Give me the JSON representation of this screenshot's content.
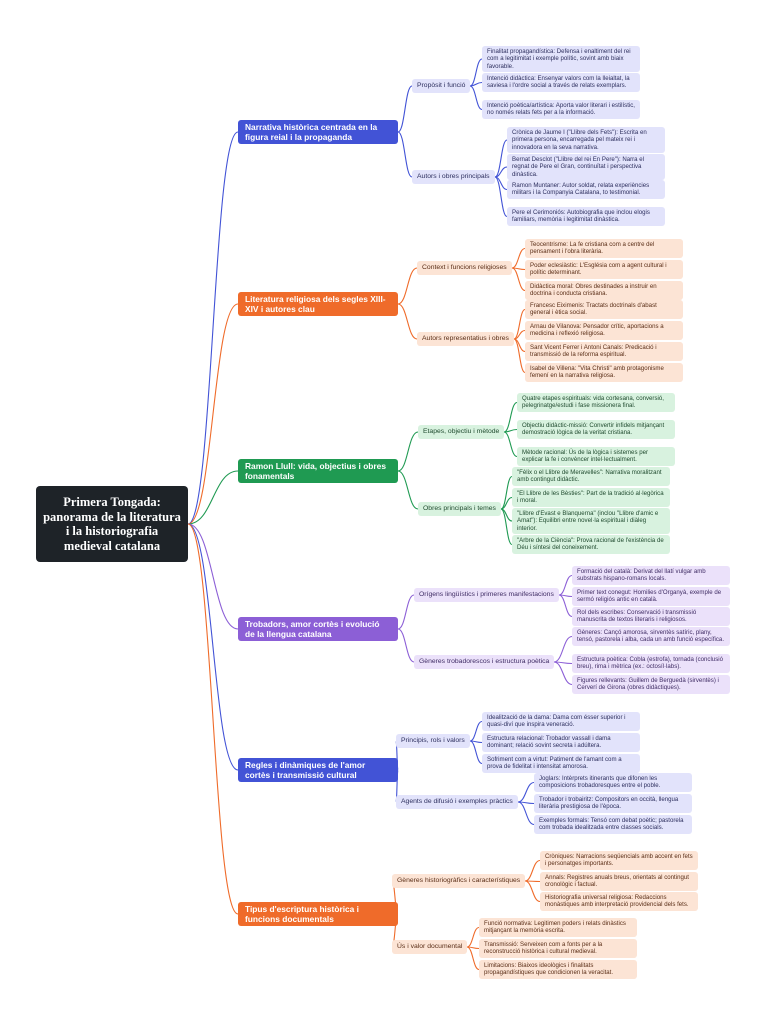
{
  "root": {
    "title": "Primera Tongada: panorama de la literatura i la historiografia medieval catalana"
  },
  "branches": [
    {
      "title": "Narrativa històrica centrada en la figura reial i la propaganda",
      "color": "#4253d6",
      "subs": [
        {
          "label": "Propòsit i funció",
          "leaves": [
            "Finalitat propagandística: Defensa i enaltiment del rei com a legitimitat i exemple polític, sovint amb biaix favorable.",
            "Intenció didàctica: Ensenyar valors com la lleialtat, la saviesa i l'ordre social a través de relats exemplars.",
            "Intenció poètica/artística: Aporta valor literari i estilístic, no només relats fets per a la informació."
          ]
        },
        {
          "label": "Autors i obres principals",
          "leaves": [
            "Crònica de Jaume I (\"Llibre dels Fets\"): Escrita en primera persona, encarregada pel mateix rei i innovadora en la seva narrativa.",
            "Bernat Desclot (\"Llibre del rei En Pere\"): Narra el regnat de Pere el Gran, continuïtat i perspectiva dinàstica.",
            "Ramon Muntaner: Autor soldat, relata experiències militars i la Companyia Catalana, to testimonial.",
            "Pere el Cerimoniós: Autobiografia que inclou elogis familiars, memòria i legitimitat dinàstica."
          ]
        }
      ]
    },
    {
      "title": "Literatura religiosa dels segles XIII-XIV i autores clau",
      "color": "#ef6b2a",
      "subs": [
        {
          "label": "Context i funcions religioses",
          "leaves": [
            "Teocentrisme: La fe cristiana com a centre del pensament i l'obra literària.",
            "Poder eclesiàstic: L'Església com a agent cultural i polític determinant.",
            "Didàctica moral: Obres destinades a instruir en doctrina i conducta cristiana."
          ]
        },
        {
          "label": "Autors representatius i obres",
          "leaves": [
            "Francesc Eiximenis: Tractats doctrinals d'abast general i ètica social.",
            "Arnau de Vilanova: Pensador crític, aportacions a medicina i reflexió religiosa.",
            "Sant Vicent Ferrer i Antoni Canals: Predicació i transmissió de la reforma espiritual.",
            "Isabel de Villena: \"Vita Christi\" amb protagonisme femení en la narrativa religiosa."
          ]
        }
      ]
    },
    {
      "title": "Ramon Llull: vida, objectius i obres fonamentals",
      "color": "#1f9a52",
      "subs": [
        {
          "label": "Etapes, objectiu i mètode",
          "leaves": [
            "Quatre etapes espirituals: vida cortesana, conversió, pelegrinatge/estudi i fase missionera final.",
            "Objectiu didàctic-missió: Convertir infidels mitjançant demostració lògica de la veritat cristiana.",
            "Mètode racional: Ús de la lògica i sistemes per explicar la fe i convèncer intel·lectualment."
          ]
        },
        {
          "label": "Obres principals i temes",
          "leaves": [
            "\"Fèlix o el Llibre de Meravelles\": Narrativa moralitzant amb contingut didàctic.",
            "\"El Llibre de les Bèsties\": Part de la tradició al·legòrica i moral.",
            "\"Llibre d'Evast e Blanquerna\" (inclou \"Llibre d'amic e Amat\"): Equilibri entre novel·la espiritual i diàleg interior.",
            "\"Arbre de la Ciència\": Prova racional de l'existència de Déu i síntesi del coneixement."
          ]
        }
      ]
    },
    {
      "title": "Trobadors, amor cortès i evolució de la llengua catalana",
      "color": "#8c5fd6",
      "subs": [
        {
          "label": "Orígens lingüístics i primeres manifestacions",
          "leaves": [
            "Formació del català: Derivat del llatí vulgar amb substrats hispano-romans locals.",
            "Primer text conegut: Homilies d'Organyà, exemple de sermó religiós antic en català.",
            "Rol dels escribes: Conservació i transmissió manuscrita de textos literaris i religiosos."
          ]
        },
        {
          "label": "Gèneres trobadorescos i estructura poètica",
          "leaves": [
            "Gèneres: Cançó amorosa, sirventès satíric, plany, tensó, pastorela i alba, cada un amb funció específica.",
            "Estructura poètica: Cobla (estrofa), tornada (conclusió breu), rima i mètrica (ex.: octosíl·labs).",
            "Figures rellevants: Guillem de Berguedà (sirventès) i Cerverí de Girona (obres didàctiques)."
          ]
        }
      ]
    },
    {
      "title": "Regles i dinàmiques de l'amor cortès i transmissió cultural",
      "color": "#4253d6",
      "subs": [
        {
          "label": "Principis, rols i valors",
          "leaves": [
            "Idealització de la dama: Dama com ésser superior i quasi-diví que inspira veneració.",
            "Estructura relacional: Trobador vassall i dama dominant; relació sovint secreta i adúltera.",
            "Sofriment com a virtut: Patiment de l'amant com a prova de fidelitat i intensitat amorosa."
          ]
        },
        {
          "label": "Agents de difusió i exemples pràctics",
          "leaves": [
            "Joglars: Intèrprets itinerants que difonen les composicions trobadoresques entre el poble.",
            "Trobador i trobairitz: Compositors en occità, llengua literària prestigiosa de l'època.",
            "Exemples formals: Tensó com debat poètic; pastorela com trobada idealitzada entre classes socials."
          ]
        }
      ]
    },
    {
      "title": "Tipus d'escriptura històrica i funcions documentals",
      "color": "#ef6b2a",
      "subs": [
        {
          "label": "Gèneres historiogràfics i característiques",
          "leaves": [
            "Cròniques: Narracions seqüencials amb accent en fets i personatges importants.",
            "Annals: Registres anuals breus, orientats al contingut cronològic i factual.",
            "Historiografia universal religiosa: Redaccions monàstiques amb interpretació providencial dels fets."
          ]
        },
        {
          "label": "Ús i valor documental",
          "leaves": [
            "Funció normativa: Legitimen poders i relats dinàstics mitjançant la memòria escrita.",
            "Transmissió: Serveixen com a fonts per a la reconstrucció històrica i cultural medieval.",
            "Limitacions: Biaixos ideològics i finalitats propagandístiques que condicionen la veracitat."
          ]
        }
      ]
    }
  ]
}
